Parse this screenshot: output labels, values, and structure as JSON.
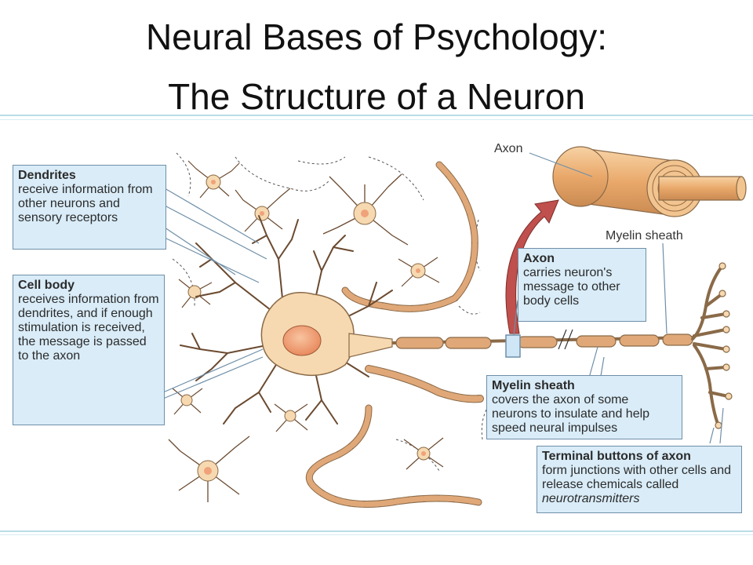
{
  "title": {
    "line1": "Neural Bases of Psychology:",
    "line2": "The Structure of a Neuron"
  },
  "labels": {
    "axon_top": "Axon",
    "myelin_top": "Myelin sheath"
  },
  "callouts": {
    "dendrites": {
      "heading": "Dendrites",
      "text": "receive information from other neurons and sensory receptors"
    },
    "cell_body": {
      "heading": "Cell body",
      "text": "receives information from dendrites, and if enough stimulation is received, the message is passed to the axon"
    },
    "axon": {
      "heading": "Axon",
      "text": "carries neuron's message to other body cells"
    },
    "myelin": {
      "heading": "Myelin sheath",
      "text": "covers the axon of some neurons to insulate and help speed neural impulses"
    },
    "terminal": {
      "heading": "Terminal buttons of axon",
      "text": "form junctions with other cells and release chemicals called",
      "italic": "neurotransmitters"
    }
  },
  "colors": {
    "cell_fill": "#f6d9b0",
    "cell_outline": "#8a6a48",
    "nucleus": "#f0a27a",
    "myelin_fill": "#e0a878",
    "callout_bg": "#d9ecf8",
    "arrow": "#c0504d",
    "rule": "#b8dde6"
  }
}
